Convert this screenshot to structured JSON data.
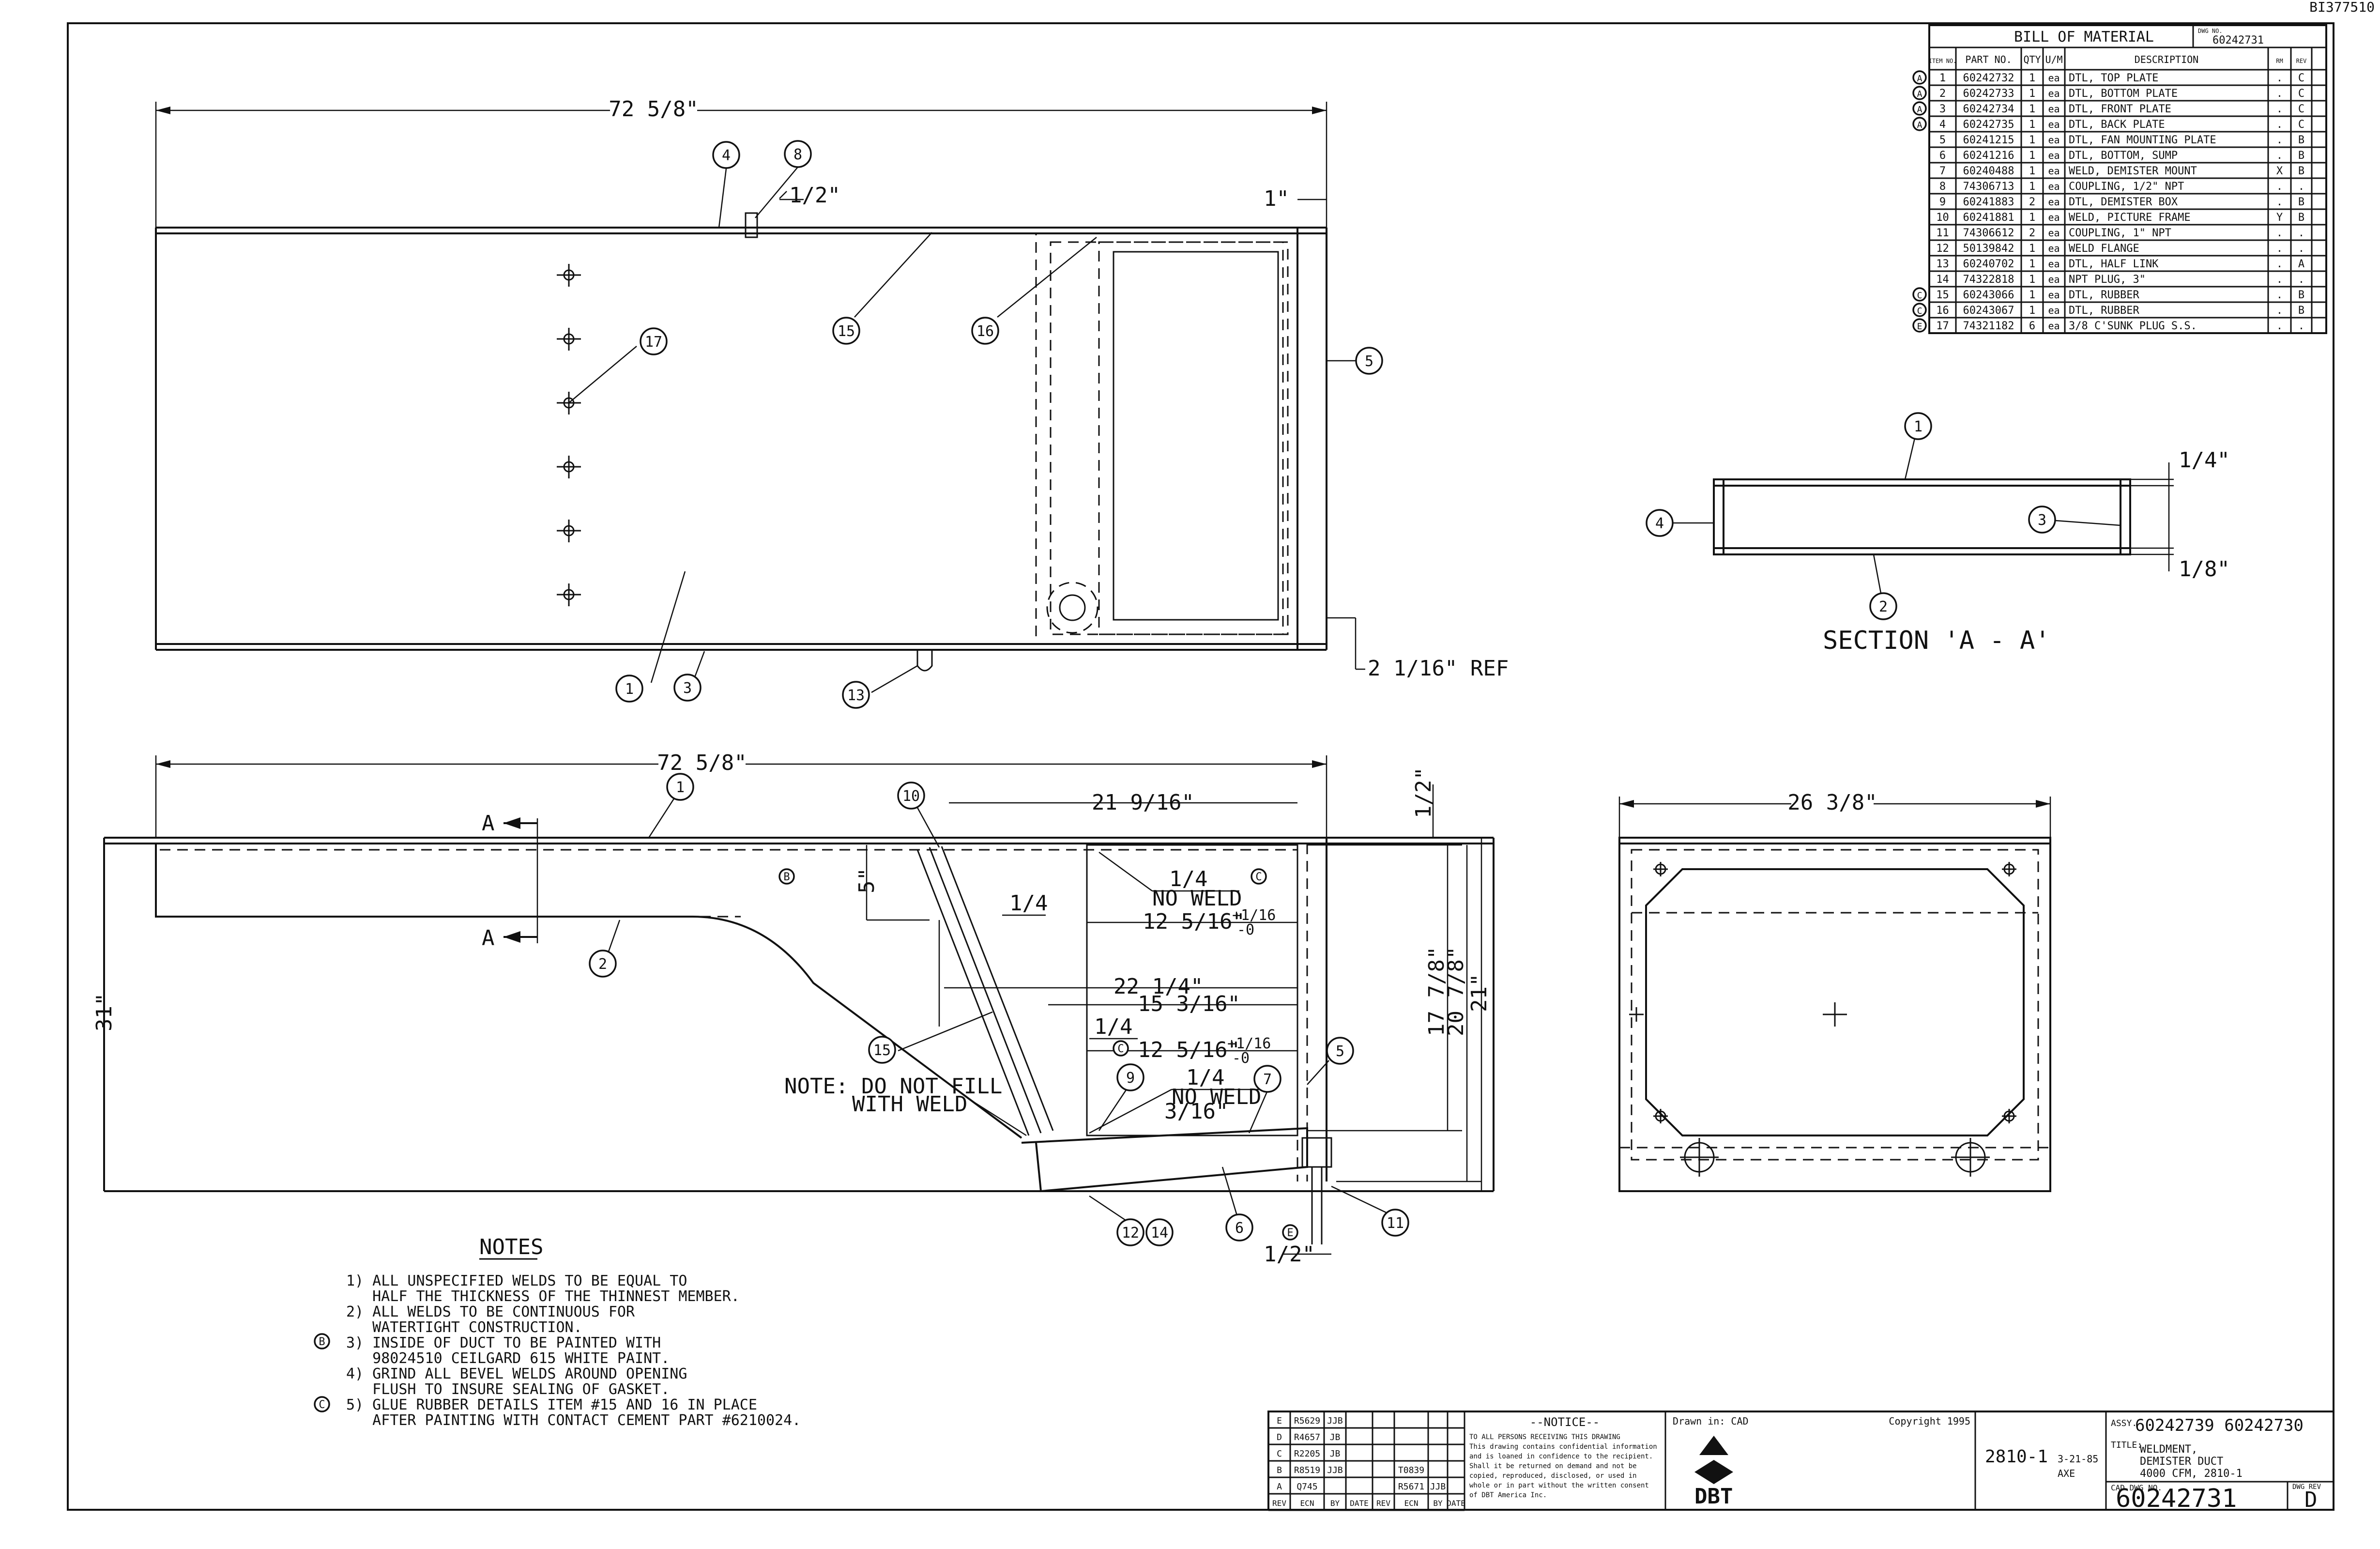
{
  "drawing_id": "BI377510",
  "bom": {
    "title": "BILL OF MATERIAL",
    "dwg_no_label": "DWG NO.",
    "dwg_no": "60242731",
    "headers": [
      "ITEM NO.",
      "PART NO.",
      "QTY",
      "U/M",
      "DESCRIPTION",
      "RM",
      "REV"
    ],
    "rows": [
      {
        "rev": "A",
        "item": "1",
        "part": "60242732",
        "qty": "1",
        "um": "ea",
        "desc": "DTL, TOP PLATE",
        "rm": ".",
        "r": "C"
      },
      {
        "rev": "A",
        "item": "2",
        "part": "60242733",
        "qty": "1",
        "um": "ea",
        "desc": "DTL, BOTTOM PLATE",
        "rm": ".",
        "r": "C"
      },
      {
        "rev": "A",
        "item": "3",
        "part": "60242734",
        "qty": "1",
        "um": "ea",
        "desc": "DTL, FRONT PLATE",
        "rm": ".",
        "r": "C"
      },
      {
        "rev": "A",
        "item": "4",
        "part": "60242735",
        "qty": "1",
        "um": "ea",
        "desc": "DTL, BACK PLATE",
        "rm": ".",
        "r": "C"
      },
      {
        "rev": "",
        "item": "5",
        "part": "60241215",
        "qty": "1",
        "um": "ea",
        "desc": "DTL, FAN MOUNTING PLATE",
        "rm": ".",
        "r": "B"
      },
      {
        "rev": "",
        "item": "6",
        "part": "60241216",
        "qty": "1",
        "um": "ea",
        "desc": "DTL, BOTTOM, SUMP",
        "rm": ".",
        "r": "B"
      },
      {
        "rev": "",
        "item": "7",
        "part": "60240488",
        "qty": "1",
        "um": "ea",
        "desc": "WELD, DEMISTER MOUNT",
        "rm": "X",
        "r": "B"
      },
      {
        "rev": "",
        "item": "8",
        "part": "74306713",
        "qty": "1",
        "um": "ea",
        "desc": "COUPLING, 1/2\" NPT",
        "rm": ".",
        "r": "."
      },
      {
        "rev": "",
        "item": "9",
        "part": "60241883",
        "qty": "2",
        "um": "ea",
        "desc": "DTL, DEMISTER BOX",
        "rm": ".",
        "r": "B"
      },
      {
        "rev": "",
        "item": "10",
        "part": "60241881",
        "qty": "1",
        "um": "ea",
        "desc": "WELD, PICTURE FRAME",
        "rm": "Y",
        "r": "B"
      },
      {
        "rev": "",
        "item": "11",
        "part": "74306612",
        "qty": "2",
        "um": "ea",
        "desc": "COUPLING, 1\" NPT",
        "rm": ".",
        "r": "."
      },
      {
        "rev": "",
        "item": "12",
        "part": "50139842",
        "qty": "1",
        "um": "ea",
        "desc": "WELD FLANGE",
        "rm": ".",
        "r": "."
      },
      {
        "rev": "",
        "item": "13",
        "part": "60240702",
        "qty": "1",
        "um": "ea",
        "desc": "DTL, HALF LINK",
        "rm": ".",
        "r": "A"
      },
      {
        "rev": "",
        "item": "14",
        "part": "74322818",
        "qty": "1",
        "um": "ea",
        "desc": "NPT PLUG, 3\"",
        "rm": ".",
        "r": "."
      },
      {
        "rev": "C",
        "item": "15",
        "part": "60243066",
        "qty": "1",
        "um": "ea",
        "desc": "DTL, RUBBER",
        "rm": ".",
        "r": "B"
      },
      {
        "rev": "C",
        "item": "16",
        "part": "60243067",
        "qty": "1",
        "um": "ea",
        "desc": "DTL, RUBBER",
        "rm": ".",
        "r": "B"
      },
      {
        "rev": "E",
        "item": "17",
        "part": "74321182",
        "qty": "6",
        "um": "ea",
        "desc": "3/8 C'SUNK PLUG S.S.",
        "rm": ".",
        "r": "."
      }
    ]
  },
  "top_view": {
    "dim_length": "72 5/8\"",
    "dim_half": "1/2\"",
    "dim_right": "1\"",
    "dim_ref": "2 1/16\" REF",
    "callouts": [
      "4",
      "8",
      "17",
      "15",
      "16",
      "5",
      "1",
      "3",
      "13"
    ]
  },
  "section": {
    "title": "SECTION 'A - A'",
    "dim_top": "1/4\"",
    "dim_bottom": "1/8\"",
    "callouts": [
      "1",
      "4",
      "3",
      "2"
    ]
  },
  "front_view": {
    "dim_length": "72 5/8\"",
    "dim_21_9_16": "21 9/16\"",
    "dim_half": "1/2\"",
    "dim_5": "5\"",
    "dim_22_1_4": "22 1/4\"",
    "dim_15_3_16": "15 3/16\"",
    "dim_12_5_16_a": "12 5/16\"",
    "tol_a_plus": "+1/16",
    "tol_a_minus": "-0",
    "dim_12_5_16_b": "12 5/16\"",
    "tol_b_plus": "+1/16",
    "tol_b_minus": "-0",
    "dim_3_16": "3/16\"",
    "dim_17_7_8": "17 7/8\"",
    "dim_20_7_8": "20 7/8\"",
    "dim_21": "21\"",
    "dim_31": "31\"",
    "dim_bottom_half": "1/2\"",
    "weld_1": "1/4",
    "no_weld_1": "NO WELD",
    "weld_2": "1/4",
    "weld_3": "1/4",
    "no_weld_2": "NO WELD",
    "weld_4": "1/4",
    "note_label": "NOTE: DO NOT FILL",
    "note_label2": "WITH WELD",
    "section_mark": "A",
    "flag_b": "B",
    "flag_c": "C",
    "flag_c2": "C",
    "flag_e": "E",
    "callouts": [
      "1",
      "2",
      "10",
      "15",
      "5",
      "9",
      "7",
      "6",
      "11",
      "12",
      "14"
    ]
  },
  "end_view": {
    "dim_width": "26 3/8\""
  },
  "notes": {
    "title": "NOTES",
    "lines": [
      "1) ALL UNSPECIFIED WELDS TO BE EQUAL TO",
      "   HALF THE THICKNESS OF THE THINNEST MEMBER.",
      "2) ALL WELDS TO BE CONTINUOUS FOR",
      "   WATERTIGHT CONSTRUCTION.",
      "3) INSIDE OF DUCT TO BE PAINTED WITH",
      "   98024510 CEILGARD 615 WHITE PAINT.",
      "4) GRIND ALL BEVEL WELDS AROUND OPENING",
      "   FLUSH TO INSURE SEALING OF GASKET.",
      "5) GLUE RUBBER DETAILS ITEM #15 AND 16 IN PLACE",
      "   AFTER PAINTING WITH CONTACT CEMENT PART #6210024."
    ],
    "flag_3": "B",
    "flag_5": "C"
  },
  "title_block": {
    "rev_rows": [
      {
        "rev": "E",
        "ecn": "R5629",
        "by": "JJB",
        "date": "",
        "rev2": "",
        "ecn2": "",
        "by2": "",
        "date2": ""
      },
      {
        "rev": "D",
        "ecn": "R4657",
        "by": "JB",
        "date": "",
        "rev2": "",
        "ecn2": "",
        "by2": "",
        "date2": ""
      },
      {
        "rev": "C",
        "ecn": "R2205",
        "by": "JB",
        "date": "",
        "rev2": "",
        "ecn2": "",
        "by2": "",
        "date2": ""
      },
      {
        "rev": "B",
        "ecn": "R8519",
        "by": "JJB",
        "date": "",
        "rev2": "",
        "ecn2": "T0839",
        "by2": "",
        "date2": ""
      },
      {
        "rev": "A",
        "ecn": "Q745",
        "by": "",
        "date": "",
        "rev2": "",
        "ecn2": "R5671",
        "by2": "JJB",
        "date2": ""
      }
    ],
    "rev_headers": [
      "REV",
      "ECN",
      "BY",
      "DATE",
      "REV",
      "ECN",
      "BY",
      "DATE"
    ],
    "notice_title": "--NOTICE--",
    "notice_lines": [
      "TO ALL PERSONS RECEIVING THIS DRAWING",
      "This drawing contains confidential information",
      "and is loaned in confidence to the recipient.",
      "Shall it be returned on demand and not be",
      "copied, reproduced, disclosed, or used in",
      "whole or in part without the written consent",
      "of DBT America Inc."
    ],
    "drawn_label": "Drawn in: CAD",
    "copyright": "Copyright 1995",
    "logo": "DBT",
    "title_label": "TITLE:",
    "title_lines": [
      "WELDMENT,",
      "DEMISTER DUCT",
      "4000 CFM, 2810-1"
    ],
    "assy_label": "ASSY.",
    "assy": "60242739 60242730",
    "dwg_no_label": "CAD DWG NO.",
    "dwg_no": "60242731",
    "rev_label": "DWG REV",
    "rev": "D",
    "date": "3-21-85",
    "drawn_by": "AXE",
    "model": "2810-1"
  }
}
